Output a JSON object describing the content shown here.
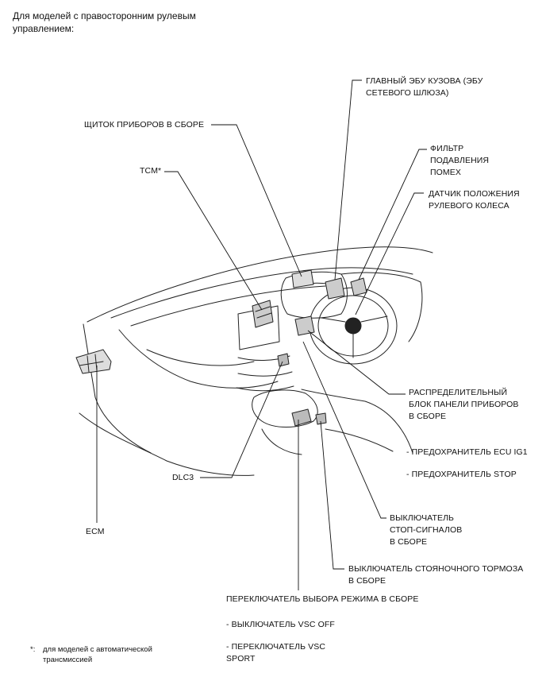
{
  "header": "Для моделей с правосторонним рулевым\nуправлением:",
  "labels": {
    "body_ecu": "ГЛАВНЫЙ ЭБУ КУЗОВА (ЭБУ\nСЕТЕВОГО ШЛЮЗА)",
    "meter": "ЩИТОК ПРИБОРОВ В СБОРЕ",
    "noise_filter": "ФИЛЬТР\nПОДАВЛЕНИЯ\nПОМЕХ",
    "tcm": "TCM*",
    "steering_sensor": "ДАТЧИК ПОЛОЖЕНИЯ\nРУЛЕВОГО КОЛЕСА",
    "junction_block": "РАСПРЕДЕЛИТЕЛЬНЫЙ\nБЛОК ПАНЕЛИ ПРИБОРОВ\nВ СБОРЕ",
    "fuse_ecu_ig1": "- ПРЕДОХРАНИТЕЛЬ ECU IG1",
    "fuse_stop": "- ПРЕДОХРАНИТЕЛЬ STOP",
    "dlc3": "DLC3",
    "ecm": "ECM",
    "stop_light_switch": "ВЫКЛЮЧАТЕЛЬ\nСТОП-СИГНАЛОВ\nВ СБОРЕ",
    "parking_brake_switch": "ВЫКЛЮЧАТЕЛЬ СТОЯНОЧНОГО ТОРМОЗА\nВ СБОРЕ",
    "mode_select_switch": "ПЕРЕКЛЮЧАТЕЛЬ ВЫБОРА РЕЖИМА В СБОРЕ",
    "vsc_off": "- ВЫКЛЮЧАТЕЛЬ VSC OFF",
    "vsc_sport": "- ПЕРЕКЛЮЧАТЕЛЬ VSC\nSPORT"
  },
  "footnote": {
    "mark": "*:",
    "text": "для моделей с автоматической\nтрансмиссией"
  }
}
